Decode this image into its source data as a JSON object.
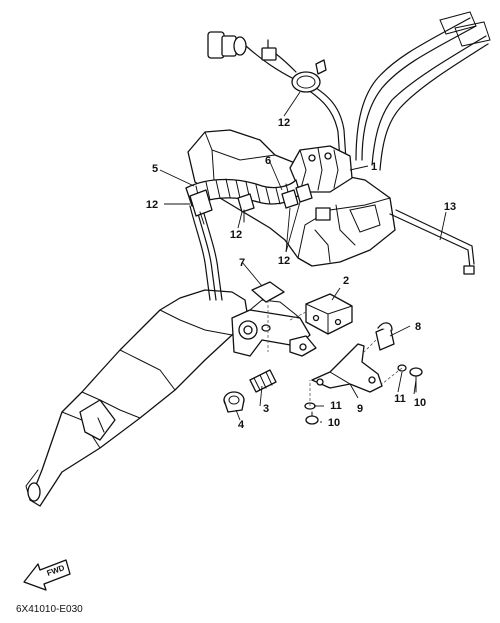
{
  "diagram": {
    "drawing_code": "6X41010-E030",
    "direction_marker": "FWD",
    "callouts": {
      "c1": "1",
      "c2": "2",
      "c3": "3",
      "c4": "4",
      "c5": "5",
      "c6": "6",
      "c7": "7",
      "c8": "8",
      "c9": "9",
      "c10a": "10",
      "c10b": "10",
      "c11a": "11",
      "c11b": "11",
      "c12a": "12",
      "c12b": "12",
      "c12c": "12",
      "c12d": "12",
      "c13": "13"
    }
  }
}
